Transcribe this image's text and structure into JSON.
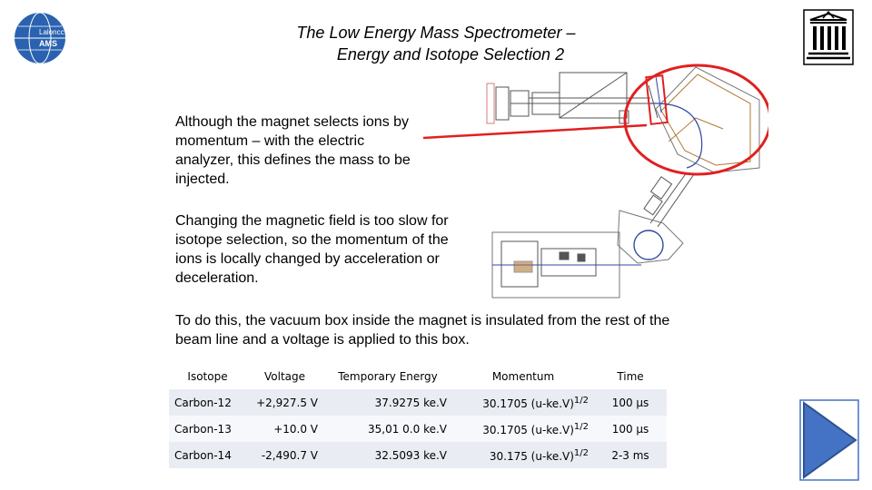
{
  "logo": {
    "line1": "Laloncc",
    "line2": "AMS"
  },
  "title": {
    "line1": "The Low Energy Mass Spectrometer –",
    "line2": "Energy and Isotope Selection 2"
  },
  "paragraphs": {
    "p1": "Although the magnet selects ions by momentum – with the electric analyzer, this defines the mass to be injected.",
    "p2": "Changing the magnetic field is too slow for isotope selection, so the momentum of the ions is locally changed by acceleration or deceleration.",
    "p3": "To do this, the vacuum box inside the magnet is insulated from the rest of the beam line and a voltage is applied to this box."
  },
  "table": {
    "headers": [
      "Isotope",
      "Voltage",
      "Temporary Energy",
      "Momentum",
      "Time"
    ],
    "rows": [
      [
        "Carbon-12",
        "+2,927.5 V",
        "37.9275 ke.V",
        "30.1705 (u-ke.V)",
        "1/2",
        "100 µs"
      ],
      [
        "Carbon-13",
        "+10.0 V",
        "35,01 0.0 ke.V",
        "30.1705 (u-ke.V)",
        "1/2",
        "100 µs"
      ],
      [
        "Carbon-14",
        "-2,490.7 V",
        "32.5093 ke.V",
        "30.175 (u-ke.V)",
        "1/2",
        "2-3 ms"
      ]
    ]
  },
  "colors": {
    "highlight": "#e02020",
    "next_button": "#4472c4",
    "logo": "#2a62b0"
  },
  "icons": {
    "logo": "globe-logo",
    "building": "university-building-icon",
    "next": "play-triangle-icon"
  }
}
